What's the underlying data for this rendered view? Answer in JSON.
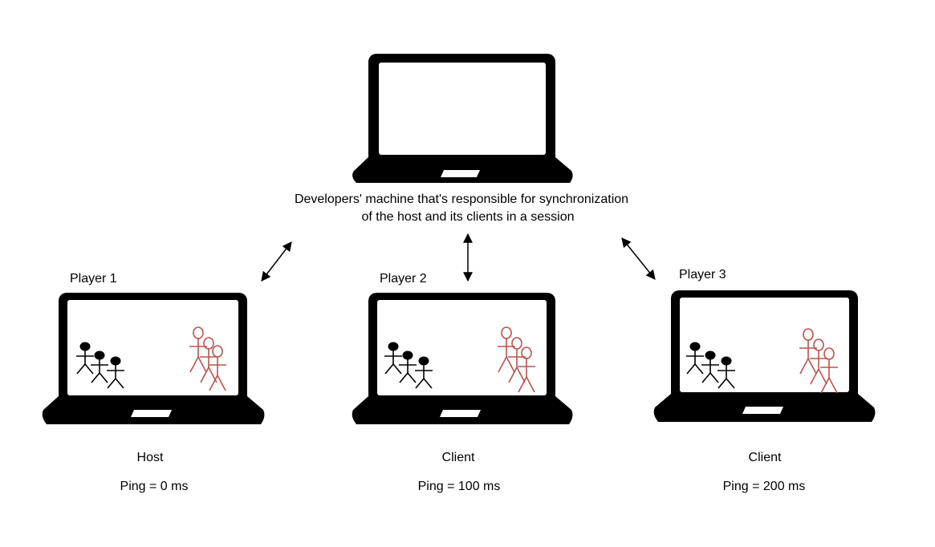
{
  "server": {
    "caption_line1": "Developers' machine that's responsible for synchronization",
    "caption_line2": "of the host and its clients in a session"
  },
  "players": [
    {
      "label": "Player 1",
      "role": "Host",
      "ping": "Ping = 0 ms"
    },
    {
      "label": "Player 2",
      "role": "Client",
      "ping": "Ping = 100 ms"
    },
    {
      "label": "Player 3",
      "role": "Client",
      "ping": "Ping = 200 ms"
    }
  ],
  "colors": {
    "laptop": "#000000",
    "team_black": "#000000",
    "team_red": "#b85450",
    "background": "#ffffff"
  },
  "icons": [
    "laptop-icon",
    "stick-figure-icon",
    "double-arrow-icon"
  ]
}
